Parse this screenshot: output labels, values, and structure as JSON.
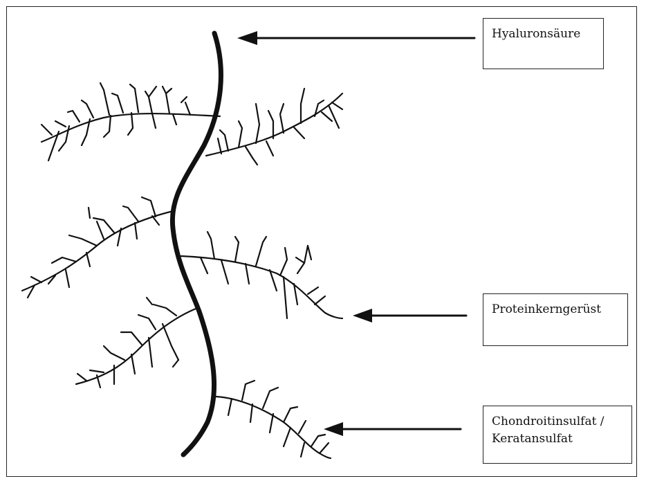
{
  "labels": {
    "hyaluronsaeure": "Hyaluronsäure",
    "proteinkern": "Proteinkerngerüst",
    "chondroitin_line1": "Chondroitinsulfat /",
    "chondroitin_line2": "Keratansulfat"
  }
}
